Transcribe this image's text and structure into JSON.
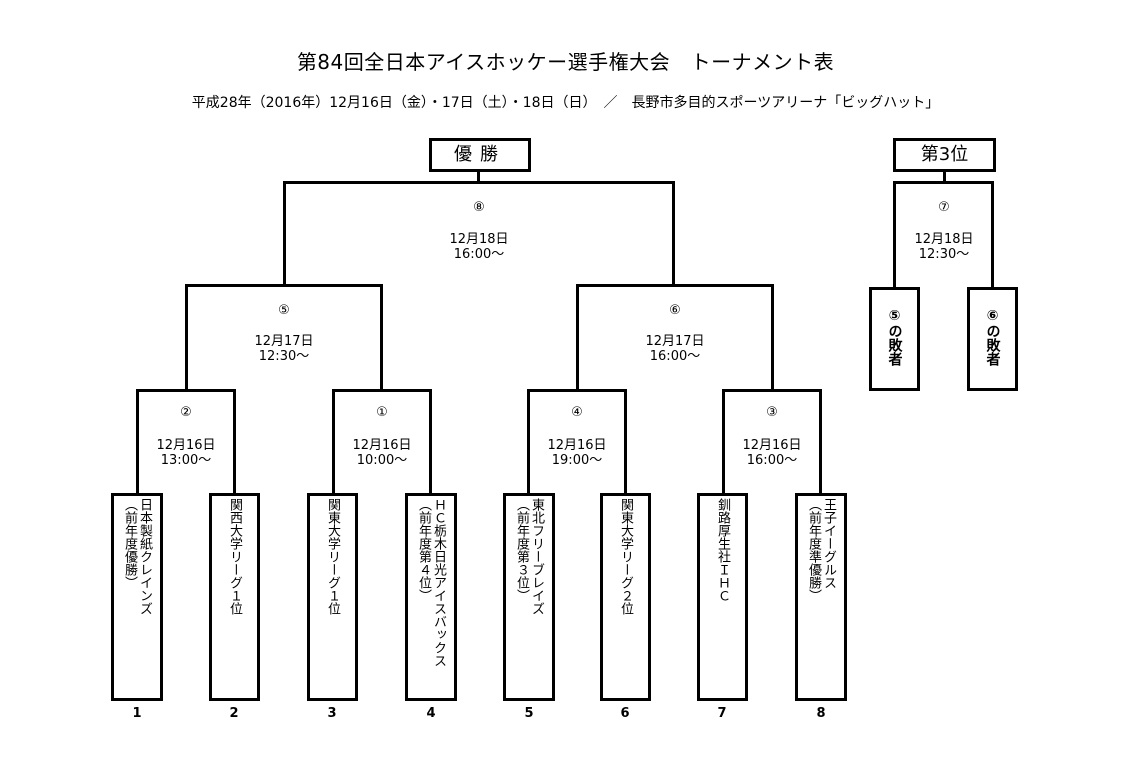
{
  "header": {
    "title": "第84回全日本アイスホッケー選手権大会　トーナメント表",
    "subtitle": "平成28年（2016年）12月16日（金）・17日（土）・18日（日）　／　長野市多目的スポーツアリーナ「ビッグハット」"
  },
  "final": {
    "label": "優勝",
    "game_no": "⑧",
    "date": "12月18日",
    "time": "16:00～"
  },
  "third_place": {
    "label": "第3位",
    "game_no": "⑦",
    "date": "12月18日",
    "time": "12:30～",
    "teams": [
      "⑤の敗者",
      "⑥の敗者"
    ]
  },
  "semifinals": [
    {
      "game_no": "⑤",
      "date": "12月17日",
      "time": "12:30～"
    },
    {
      "game_no": "⑥",
      "date": "12月17日",
      "time": "16:00～"
    }
  ],
  "first_round": [
    {
      "game_no": "②",
      "date": "12月16日",
      "time": "13:00～"
    },
    {
      "game_no": "①",
      "date": "12月16日",
      "time": "10:00～"
    },
    {
      "game_no": "④",
      "date": "12月16日",
      "time": "19:00～"
    },
    {
      "game_no": "③",
      "date": "12月16日",
      "time": "16:00～"
    }
  ],
  "teams": [
    {
      "number": "1",
      "name": "日本製紙クレインズ",
      "note": "（前年度優勝）"
    },
    {
      "number": "2",
      "name": "関西大学リーグ１位",
      "note": ""
    },
    {
      "number": "3",
      "name": "関東大学リーグ１位",
      "note": ""
    },
    {
      "number": "4",
      "name": "ＨＣ栃木日光アイスバックス",
      "note": "（前年度第４位）"
    },
    {
      "number": "5",
      "name": "東北フリーブレイズ",
      "note": "（前年度第３位）"
    },
    {
      "number": "6",
      "name": "関東大学リーグ２位",
      "note": ""
    },
    {
      "number": "7",
      "name": "釧路厚生社ＩＨＣ",
      "note": ""
    },
    {
      "number": "8",
      "name": "王子イーグルス",
      "note": "（前年度準優勝）"
    }
  ]
}
